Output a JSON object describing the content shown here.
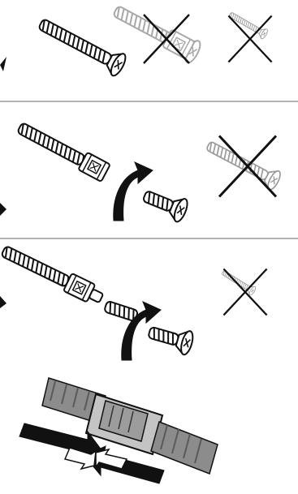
{
  "figure": {
    "panels": [
      {
        "id": "panel-1",
        "description_hidden": true
      },
      {
        "id": "panel-2",
        "description_hidden": true
      },
      {
        "id": "panel-3",
        "description_hidden": true
      },
      {
        "id": "panel-4",
        "description_hidden": true
      }
    ],
    "colors": {
      "ink": "#111111",
      "faded": "#9a9a9a",
      "divider": "#b3b3b3",
      "shaft_fill": "#ffffff",
      "rod_gray": "#8c8c8c",
      "rod_light": "#c4c4c4"
    },
    "icons": [
      "screw-icon",
      "screw-with-sleeve-icon",
      "rotate-arrow-icon",
      "cross-mark-icon",
      "compress-arrows-icon"
    ]
  }
}
